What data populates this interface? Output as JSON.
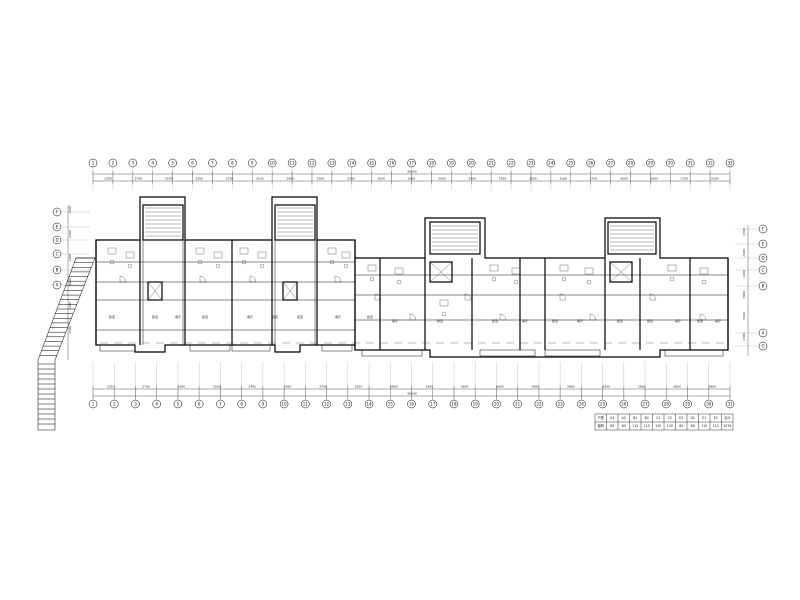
{
  "drawing": {
    "top_axes": [
      "1",
      "2",
      "3",
      "4",
      "5",
      "6",
      "7",
      "8",
      "9",
      "10",
      "11",
      "12",
      "13",
      "14",
      "15",
      "16",
      "17",
      "18",
      "19",
      "20",
      "21",
      "22",
      "23",
      "24",
      "25",
      "26",
      "27",
      "28",
      "29",
      "30",
      "31",
      "32",
      "33"
    ],
    "bottom_axes": [
      "1",
      "2",
      "3",
      "4",
      "5",
      "6",
      "7",
      "8",
      "9",
      "10",
      "11",
      "12",
      "13",
      "14",
      "15",
      "16",
      "17",
      "18",
      "19",
      "20",
      "21",
      "22",
      "23",
      "24",
      "25",
      "26",
      "27",
      "28",
      "29",
      "30",
      "31"
    ],
    "left_axes": [
      "F",
      "E",
      "D",
      "C",
      "B",
      "A"
    ],
    "right_axes": [
      "F",
      "E",
      "D",
      "C",
      "B",
      "A",
      "G"
    ],
    "top_dims": [
      "2350",
      "2700",
      "3500",
      "2350",
      "2700",
      "3100",
      "2600",
      "2550",
      "3300",
      "3000",
      "2600",
      "3000",
      "3300",
      "2550",
      "2600",
      "3100",
      "2700",
      "3600",
      "3000",
      "2700",
      "2300"
    ],
    "bottom_dims": [
      "3250",
      "2700",
      "2950",
      "3500",
      "3400",
      "2950",
      "2700",
      "3250",
      "3800",
      "3300",
      "3800",
      "3600",
      "3600",
      "3800",
      "3300",
      "3300",
      "3600",
      "3800"
    ],
    "overall_top": "96500",
    "overall_bottom": "96500",
    "left_dims": [
      "1500",
      "2400",
      "1300",
      "3900",
      "5400",
      "1500"
    ],
    "right_dims": [
      "1500",
      "2400",
      "1300",
      "3900",
      "5400",
      "1500"
    ],
    "room_labels": [
      "卧室",
      "卧室",
      "客厅",
      "卧室",
      "客厅",
      "卧室",
      "卧室",
      "客厅",
      "卧室",
      "客厅",
      "卧室",
      "卧室",
      "客厅",
      "卧室",
      "客厅",
      "卧室",
      "卧室",
      "客厅",
      "卧室",
      "客厅"
    ],
    "area_table": {
      "rows": [
        [
          "户型",
          "A1",
          "A2",
          "B1",
          "B2",
          "C1",
          "C2",
          "D1",
          "D2",
          "E1",
          "E2",
          "合计"
        ],
        [
          "面积",
          "89",
          "89",
          "115",
          "115",
          "130",
          "130",
          "89",
          "89",
          "115",
          "115",
          "1076"
        ]
      ]
    }
  }
}
